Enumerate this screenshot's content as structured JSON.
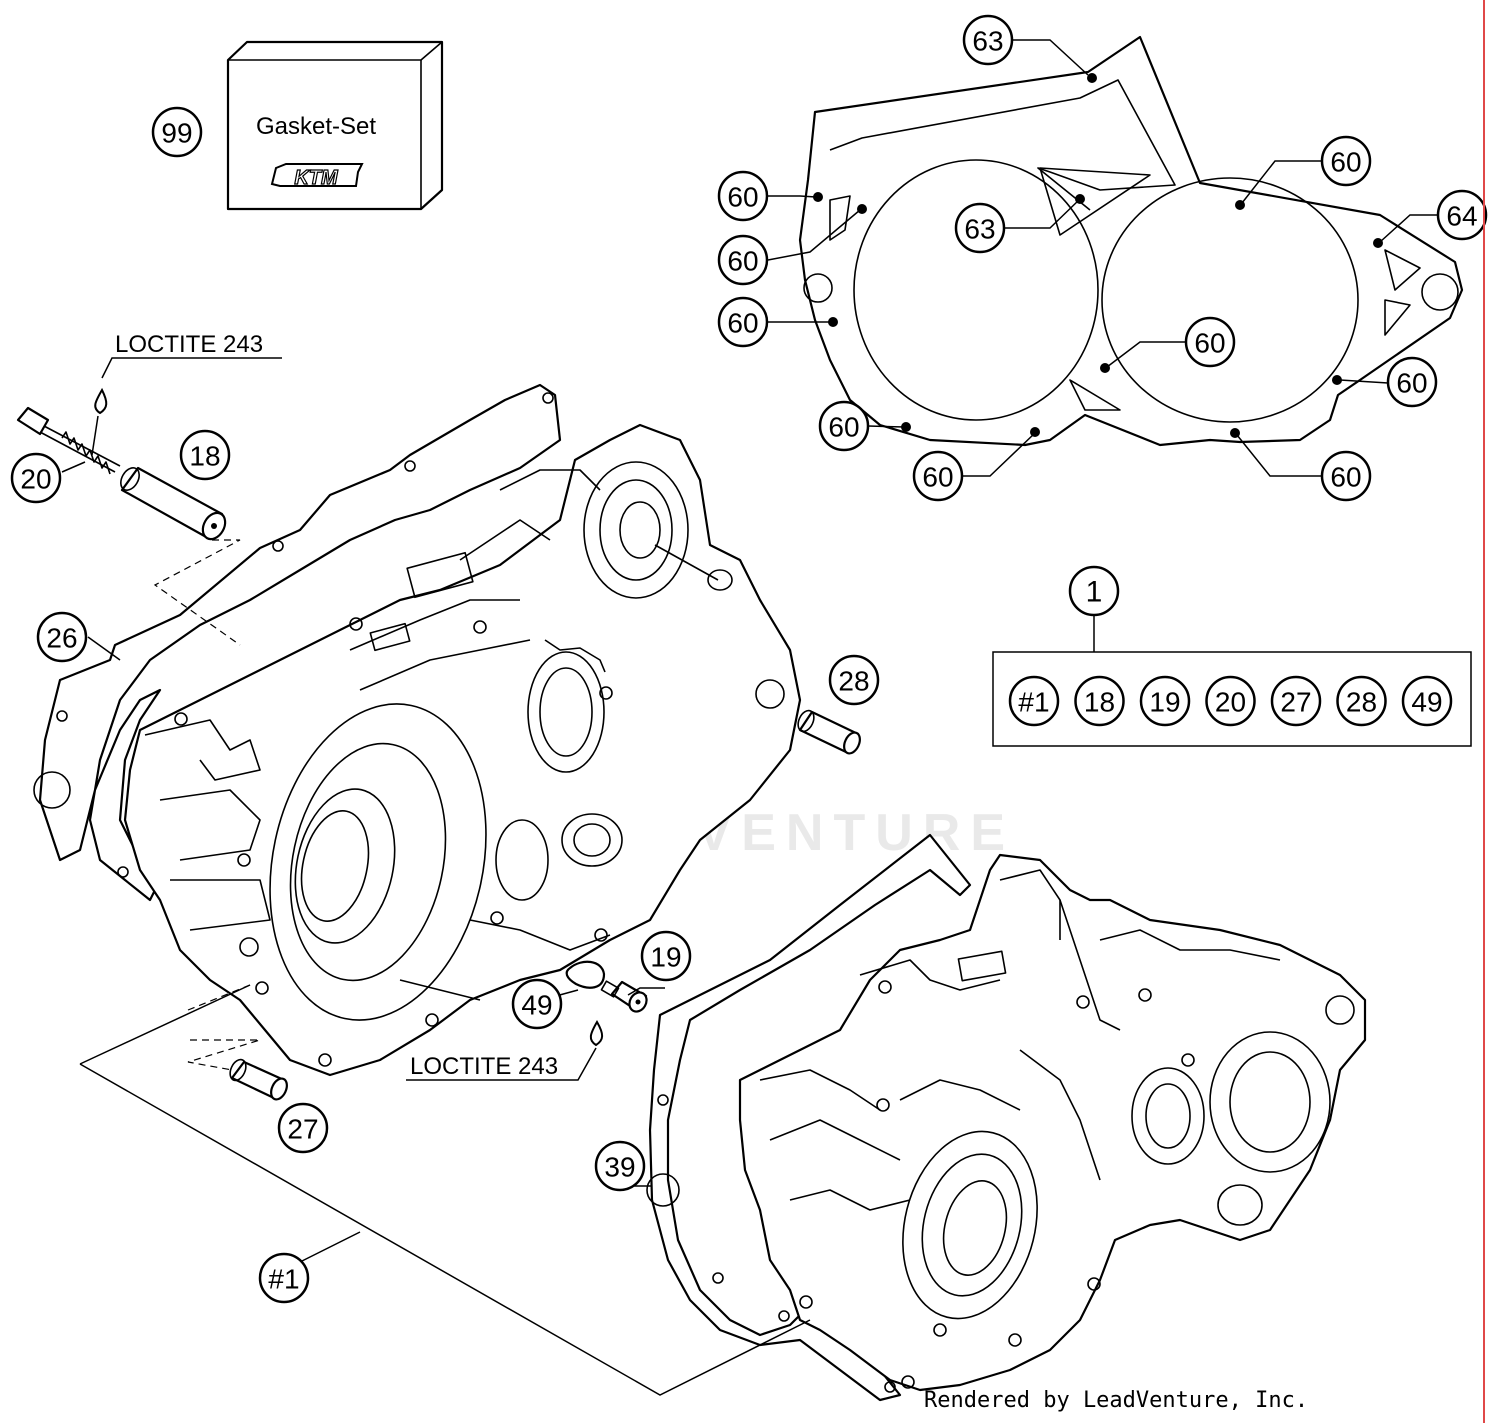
{
  "gasket_set": {
    "ref": "99",
    "label": "Gasket-Set",
    "brand": "KTM"
  },
  "loctite": {
    "top": "LOCTITE 243",
    "bottom": "LOCTITE 243"
  },
  "callouts": {
    "c63a": "63",
    "c63b": "63",
    "c64": "64",
    "c60_1": "60",
    "c60_2": "60",
    "c60_3": "60",
    "c60_4": "60",
    "c60_5": "60",
    "c60_6": "60",
    "c60_7": "60",
    "c60_8": "60",
    "c60_9": "60",
    "c20": "20",
    "c18": "18",
    "c26": "26",
    "c28": "28",
    "c19": "19",
    "c49": "49",
    "c27": "27",
    "c39": "39",
    "c1main": "1",
    "cgroup": "#1"
  },
  "kit": {
    "title": "1",
    "items": [
      "#1",
      "18",
      "19",
      "20",
      "27",
      "28",
      "49"
    ]
  },
  "watermark": "LEADVENTURE",
  "footer": "Rendered by LeadVenture, Inc."
}
